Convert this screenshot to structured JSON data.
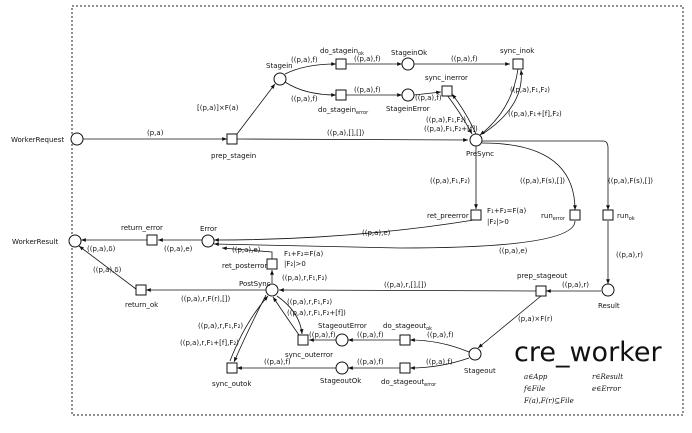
{
  "title": "cre_worker",
  "legend": [
    "a∈App",
    "r∈Result",
    "f∈File",
    "e∈Error",
    "F(a),F(r)⊆File"
  ],
  "places": {
    "worker_request": "WorkerRequest",
    "worker_result": "WorkerResult",
    "stagein": "Stagein",
    "stagein_ok": "StageinOk",
    "stagein_error": "StageinError",
    "presync": "PreSync",
    "error": "Error",
    "postsync": "PostSync",
    "result": "Result",
    "stageout": "Stageout",
    "stageout_error": "StageoutError",
    "stageout_ok": "StageoutOk"
  },
  "transitions": {
    "prep_stagein": "prep_stagein",
    "do_stagein_ok": "do_stagein",
    "do_stagein_ok_sub": "ok",
    "do_stagein_error": "do_stagein",
    "do_stagein_error_sub": "error",
    "sync_inok": "sync_inok",
    "sync_inerror": "sync_inerror",
    "ret_preerror": "ret_preerror",
    "run_error": "run",
    "run_error_sub": "error",
    "run_ok": "run",
    "run_ok_sub": "ok",
    "return_error": "return_error",
    "return_ok": "return_ok",
    "ret_posterror": "ret_posterror",
    "prep_stageout": "prep_stageout",
    "do_stageout_ok": "do_stageout",
    "do_stageout_ok_sub": "ok",
    "do_stageout_error": "do_stageout",
    "do_stageout_error_sub": "error",
    "sync_outerror": "sync_outerror",
    "sync_outok": "sync_outok"
  },
  "arc_labels": {
    "req_prep": "(p,a)",
    "prep_stagein": "[(p,a)]×F(a)",
    "stagein_do_ok": "((p,a),f)",
    "do_ok_stageinok": "((p,a),f)",
    "stageinok_sync": "((p,a),f)",
    "stagein_do_err": "((p,a),f)",
    "do_err_stageinerr": "((p,a),f)",
    "stageinerr_sync": "((p,a),f)",
    "sync_inok_out": "((p,a),F₁+[f],F₂)",
    "sync_inok_in": "((p,a),F₁,F₂)",
    "sync_inerr_in": "((p,a),F₁,F₂)",
    "sync_inerr_out": "((p,a),F₁,F₂+[f])",
    "prep_presync": "((p,a),[],[])",
    "presync_ret": "((p,a),F₁,F₂)",
    "ret_guard1": "F₁+F₂=F(a)",
    "ret_guard2": "|F₂|>0",
    "presync_run_err": "((p,a),F(s),[])",
    "presync_run_ok": "((p,a),F(s),[])",
    "ret_error": "((p,a),e)",
    "run_err_error": "((p,a),e)",
    "error_return": "((p,a),e)",
    "return_err_result": "((p,a),δ)",
    "error_retpost": "((p,a),e)",
    "retpost_guard1": "F₁+F₂=F(a)",
    "retpost_guard2": "|F₂|>0",
    "postsync_retpost": "((p,a),r,F₁,F₂)",
    "return_ok_result": "((p,a),δ)",
    "postsync_return_ok": "((p,a),r,F(r),[])",
    "run_ok_result": "((p,a),r)",
    "prepout_postsync": "((p,a),r,[],[])",
    "result_prepout": "((p,a),r)",
    "prepout_stageout": "(p,a)×F(r)",
    "stageout_do_ok": "((p,a),f)",
    "do_ok_stageouterr": "((p,a),f)",
    "stageout_do_err": "((p,a),f)",
    "do_err_stageoutok": "((p,a),f)",
    "stageouterr_sync": "((p,a),f)",
    "stageoutok_sync": "((p,a),f)",
    "postsync_outerr_a": "((p,a),r,F₁,F₂)",
    "postsync_outerr_b": "((p,a),r,F₁,F₂+[f])",
    "postsync_outok_a": "((p,a),r,F₁,F₂)",
    "postsync_outok_b": "((p,a),r,F₁+[f],F₂)"
  }
}
